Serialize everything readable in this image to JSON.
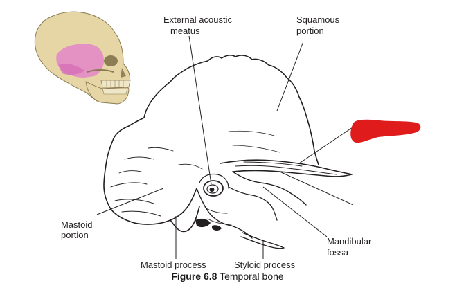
{
  "labels": {
    "external_acoustic_meatus": [
      "External acoustic",
      "meatus"
    ],
    "squamous_portion": [
      "Squamous",
      "portion"
    ],
    "mastoid_portion": [
      "Mastoid",
      "portion"
    ],
    "mandibular_fossa": [
      "Mandibular",
      "fossa"
    ],
    "mastoid_process": "Mastoid process",
    "styloid_process": "Styloid process"
  },
  "caption": {
    "number": "Figure 6.8",
    "title": "Temporal bone"
  },
  "colors": {
    "skull_bone": "#e6d6a6",
    "temporal_highlight": "#e389c7",
    "annotation_mark": "#e01b1b",
    "line_art": "#231f20"
  },
  "icons": {
    "skull_thumbnail": "skull-icon"
  }
}
